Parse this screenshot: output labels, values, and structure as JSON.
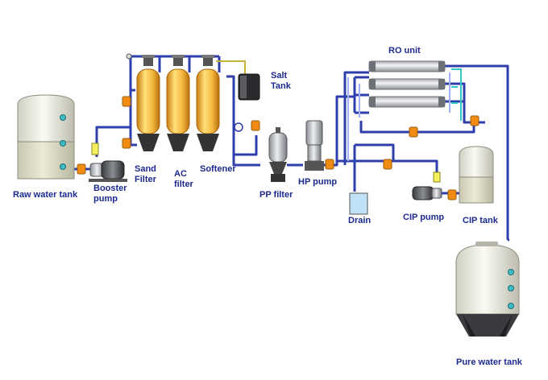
{
  "labels": {
    "raw_water_tank": "Raw water tank",
    "booster_pump": "Booster\npump",
    "sand_filter": "Sand\nFilter",
    "ac_filter": "AC\nfilter",
    "softener": "Softener",
    "salt_tank": "Salt\nTank",
    "pp_filter": "PP filter",
    "hp_pump": "HP pump",
    "ro_unit": "RO unit",
    "drain": "Drain",
    "cip_pump": "CIP pump",
    "cip_tank": "CIP tank",
    "pure_water_tank": "Pure water tank"
  },
  "colors": {
    "pipe": "#2e3eaa",
    "pipe_light": "#9fb2ff",
    "filter": "#f2b63c",
    "valve": "#f08c14",
    "flow_meter": "#f6ef5e",
    "membrane": "#dfe1e6",
    "tank": "#ecebe1",
    "tank_water": "#e0dfc9",
    "level_dot": "#3dbcc6",
    "drain_water": "#bfe2f6",
    "cip_loop": "#36c6c6"
  }
}
